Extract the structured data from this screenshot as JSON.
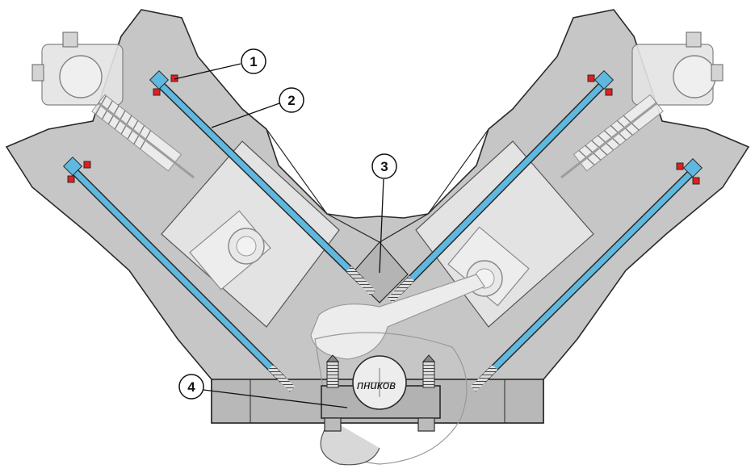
{
  "callouts": [
    {
      "id": "1",
      "label": "1"
    },
    {
      "id": "2",
      "label": "2"
    },
    {
      "id": "3",
      "label": "3"
    },
    {
      "id": "4",
      "label": "4"
    }
  ],
  "caption_fragment": "пников",
  "colors": {
    "casting": "#c4c4c4",
    "casting_dark": "#a8a8a8",
    "outline": "#2a2a2a",
    "bolt": "#5fb8e0",
    "seal": "#e02020",
    "ghost": "#e6e6e6",
    "background": "#ffffff"
  }
}
